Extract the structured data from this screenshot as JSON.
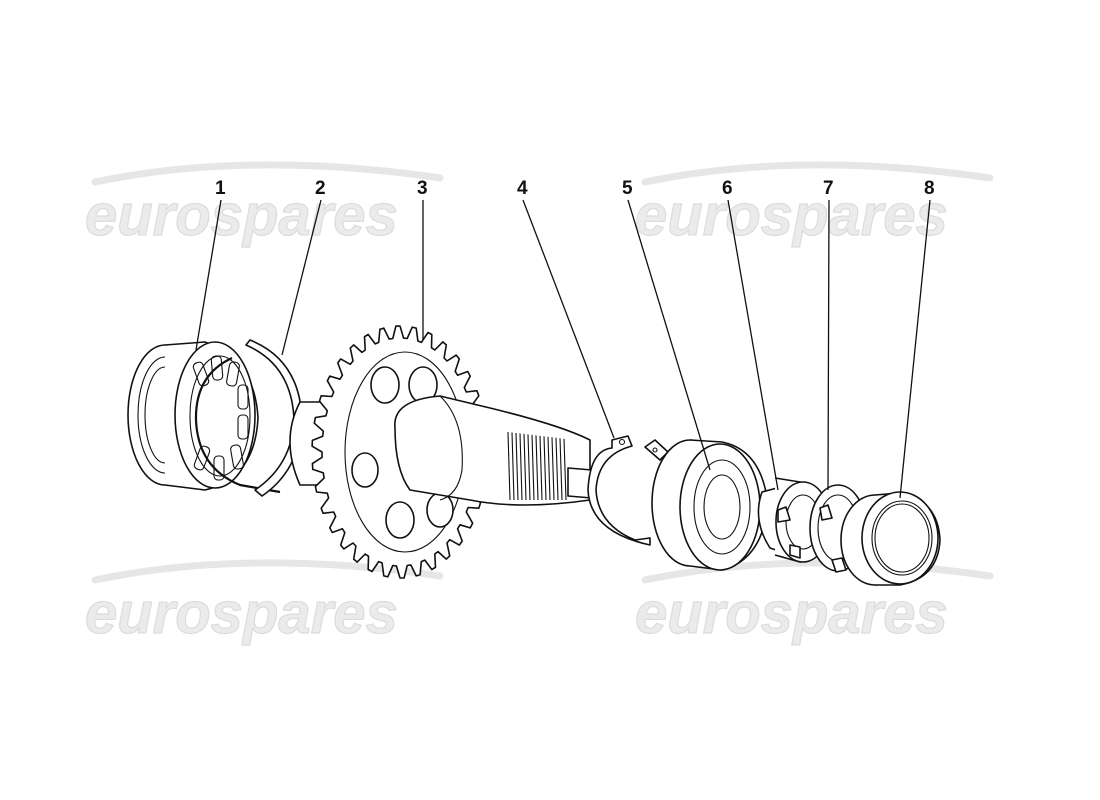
{
  "watermark": {
    "text": "eurospares"
  },
  "callouts": [
    {
      "number": "1"
    },
    {
      "number": "2"
    },
    {
      "number": "3"
    },
    {
      "number": "4"
    },
    {
      "number": "5"
    },
    {
      "number": "6"
    },
    {
      "number": "7"
    },
    {
      "number": "8"
    }
  ],
  "colors": {
    "line": "#111111",
    "watermark": "#ebebeb",
    "background": "#ffffff"
  }
}
